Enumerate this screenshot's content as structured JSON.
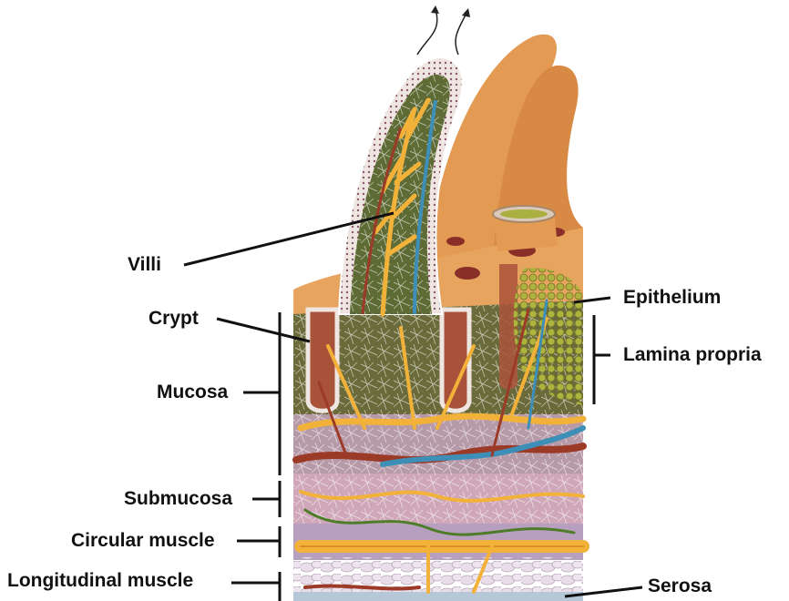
{
  "labels": {
    "villi": "Villi",
    "crypt": "Crypt",
    "mucosa": "Mucosa",
    "submucosa": "Submucosa",
    "circular_muscle": "Circular muscle",
    "longitudinal_muscle": "Longitudinal muscle",
    "epithelium": "Epithelium",
    "lamina_propria": "Lamina propria",
    "serosa": "Serosa"
  },
  "colors": {
    "villus_surface": "#e39a52",
    "epithelium_edge": "#d8c8c0",
    "crypt": "#a9523a",
    "vessel_yellow": "#f2b23a",
    "artery_red": "#9c3a28",
    "vein_blue": "#3d8fb8",
    "lymph_green": "#9aa83c",
    "nerve_green": "#4e7d2a",
    "submucosa_pink": "#cfa7b8",
    "leader_line": "#111111"
  }
}
